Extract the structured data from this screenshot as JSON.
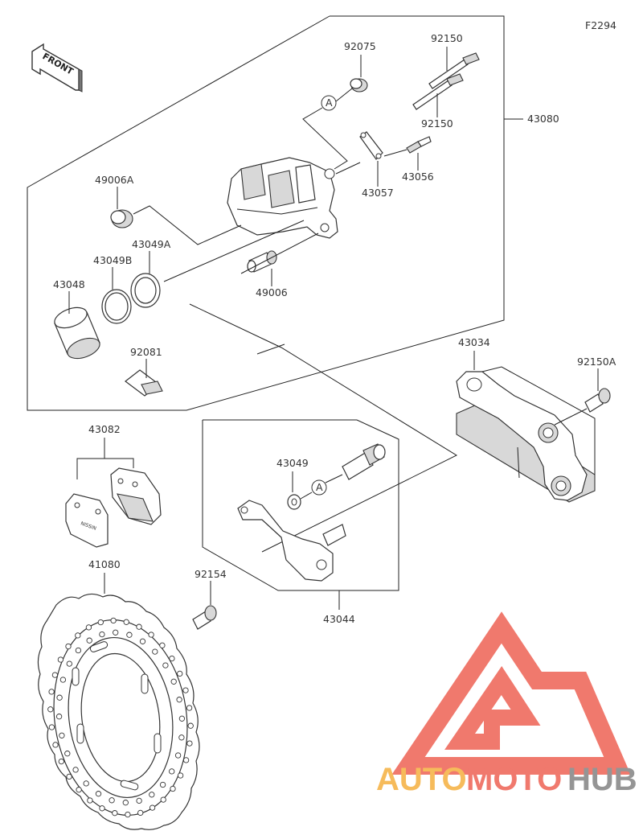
{
  "figure_code": "F2294",
  "front_label": "FRONT",
  "callout_letter": "A",
  "parts": {
    "p92075": "92075",
    "p92150_top": "92150",
    "p92150_bot": "92150",
    "p43080": "43080",
    "p43057": "43057",
    "p43056": "43056",
    "p49006A": "49006A",
    "p43049A": "43049A",
    "p43049B": "43049B",
    "p43048": "43048",
    "p49006": "49006",
    "p92081": "92081",
    "p43034": "43034",
    "p92150A": "92150A",
    "p43082": "43082",
    "p43049": "43049",
    "p41080": "41080",
    "p92154": "92154",
    "p43044": "43044"
  },
  "watermark": {
    "word_auto": "AUTO",
    "word_moto": "MOTO",
    "word_hub": "HUB",
    "color_red": "#ef6b5e",
    "color_orange": "#f6b44a",
    "color_grey": "#8a8a8a"
  }
}
